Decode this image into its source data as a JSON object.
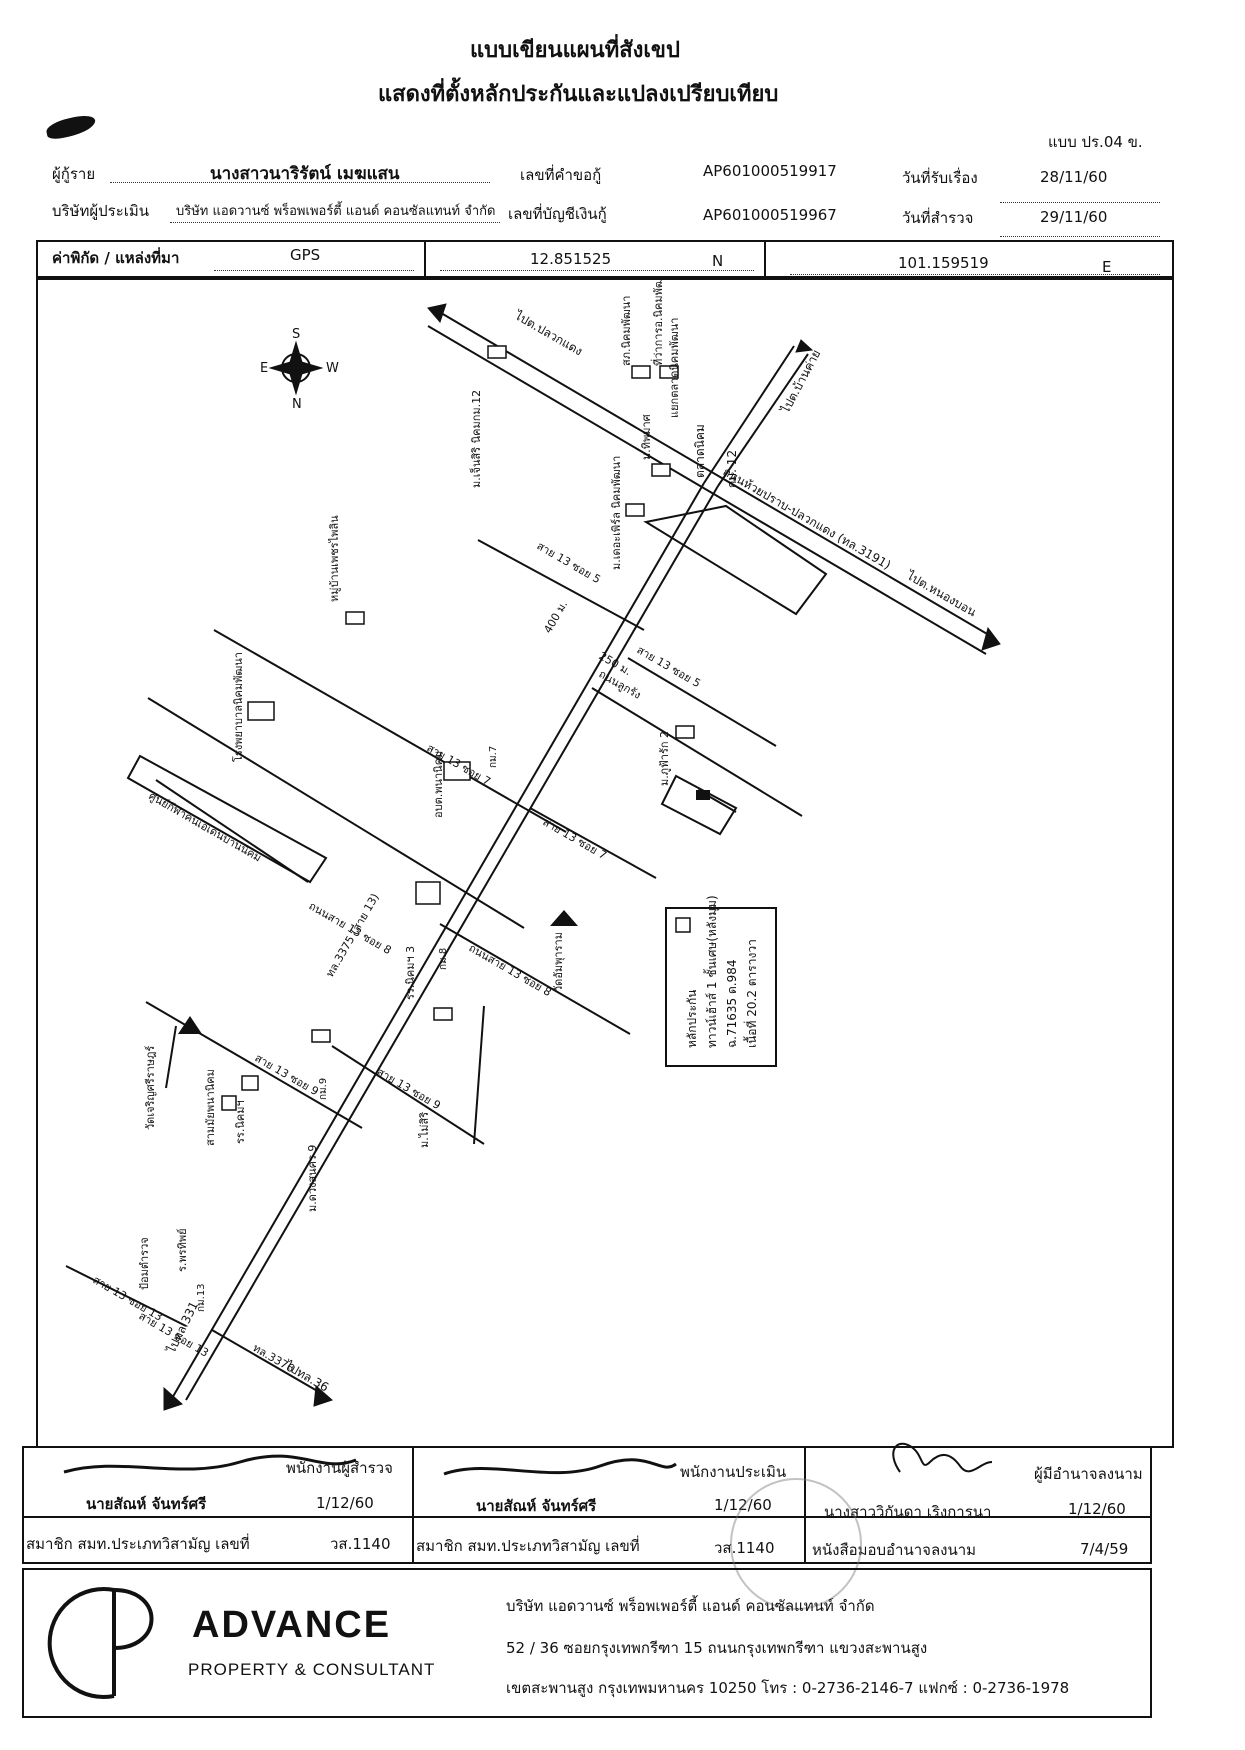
{
  "header": {
    "title_line1": "แบบเขียนแผนที่สังเขป",
    "title_line2": "แสดงที่ตั้งหลักประกันและแปลงเปรียบเทียบ",
    "form_code": "แบบ ปร.04 ข."
  },
  "info": {
    "borrower_label": "ผู้กู้ราย",
    "borrower_name": "นางสาวนาริรัตน์ เมฆแสน",
    "request_no_label": "เลขที่คำขอกู้",
    "request_no": "AP601000519917",
    "received_label": "วันที่รับเรื่อง",
    "received_date": "28/11/60",
    "appraiser_label": "บริษัทผู้ประเมิน",
    "appraiser_name": "บริษัท แอดวานซ์ พร็อพเพอร์ตี้ แอนด์ คอนซัลแทนท์ จำกัด",
    "account_no_label": "เลขที่บัญชีเงินกู้",
    "account_no": "AP601000519967",
    "survey_label": "วันที่สำรวจ",
    "survey_date": "29/11/60"
  },
  "coords": {
    "label": "ค่าพิกัด / แหล่งที่มา",
    "source": "GPS",
    "lat": "12.851525",
    "lat_dir": "N",
    "lon": "101.159519",
    "lon_dir": "E"
  },
  "compass": {
    "n": "N",
    "s": "S",
    "e": "E",
    "w": "W"
  },
  "map_labels": {
    "to_top_left": "ไปต.ปลวกแดง",
    "to_top_right": "ไปต.บ้านค่าย",
    "main_road": "ถนนห้วยปราบ-ปลวกแดง (ทล.3191)",
    "to_right": "ไปต.หนองบอน",
    "hwy_3375": "ทล.3375 (สาย 13)",
    "to_bottom_left": "ไปทล.331",
    "to_bottom_right": "ไปทล.36",
    "hwy_3376": "ทล.3376",
    "market": "ตลาดนิคม",
    "km12": "กม. 12",
    "soi_5a": "สาย 13 ซอย 5",
    "soi_5b": "สาย 13 ซอย 5",
    "soi_7a": "สาย 13 ซอย 7",
    "soi_7b": "สาย 13 ซอย 7",
    "soi_8a": "ถนนสาย 13 ซอย 8",
    "soi_8b": "ถนนสาย 13 ซอย 8",
    "soi_9": "สาย 13 ซอย 9",
    "soi_9b": "สาย 13 ซอย 9",
    "soi_13a": "สาย 13 ซอย 13",
    "soi_13b": "สาย 13 ซอย 13",
    "dist_400": "400 ม.",
    "dist_250": "250 ม.",
    "rubber_road": "ถนนลูกรัง",
    "village_1": "ม.ภูฟ้ารัก 2",
    "village_2": "หมู่บ้านเพชรไพลิน",
    "village_3": "ม.เจ็นสิริ นิคมกม.12",
    "school_1": "สภ.นิคมพัฒนา",
    "school_2": "ที่ว่าการอ.นิคมพัฒนา",
    "market_2": "แยกตลาดนิคมพัฒนา",
    "village_4": "ม.เดอะเพิร์ล นิคมพัฒนา",
    "village_5": "ม.ทิพมาศ",
    "hospital": "โรงพยาบาลนิคมพัฒนา",
    "sport": "ศูนย์กีฬาคนเอเดนบานนิคม",
    "obt": "อบต.พนานิคม",
    "km7": "กม.7",
    "km8": "กม.8",
    "km9": "กม.9",
    "km13": "กม.13",
    "school_3": "รร.นิคมฯ 3",
    "temple_1": "วัดอัมพุาราม",
    "village_6": "ม.ไม่สิริ",
    "temple_2": "วัดเจริญศรีราษฎร์",
    "rr": "รร.นิคมฯ",
    "market_3": "สามมัยพนานิคม",
    "house": "ม.ดวงสนคร 9",
    "shop": "ร.พรทิพย์",
    "wall": "ป้อมตำรวจ",
    "legend_symbol": "หลักประกัน",
    "legend_type": "ทาวน์เฮ้าส์ 1 ชั้นเศษ(หลังมุม)",
    "legend_deed": "ฉ.71635 ด.984",
    "legend_area": "เนื้อที่ 20.2 ตารางวา"
  },
  "signatures": {
    "col1_role": "พนักงานผู้สำรวจ",
    "col1_name": "นายสัณห์ จันทร์ศรี",
    "col1_date": "1/12/60",
    "col1_member_label": "สมาชิก สมท.ประเภทวิสามัญ เลขที่",
    "col1_member_no": "วส.1140",
    "col2_role": "พนักงานประเมิน",
    "col2_name": "นายสัณห์ จันทร์ศรี",
    "col2_date": "1/12/60",
    "col2_member_label": "สมาชิก สมท.ประเภทวิสามัญ เลขที่",
    "col2_member_no": "วส.1140",
    "col3_role": "ผู้มีอำนาจลงนาม",
    "col3_name": "นางสาววิกันดา เริงการนา",
    "col3_date": "1/12/60",
    "col3_auth_label": "หนังสือมอบอำนาจลงนาม",
    "col3_auth_date": "7/4/59"
  },
  "footer": {
    "brand": "ADVANCE",
    "tagline": "PROPERTY & CONSULTANT",
    "company": "บริษัท แอดวานซ์ พร็อพเพอร์ตี้ แอนด์ คอนซัลแทนท์ จำกัด",
    "address1": "52 / 36 ซอยกรุงเทพกรีฑา 15 ถนนกรุงเทพกรีฑา แขวงสะพานสูง",
    "address2": "เขตสะพานสูง กรุงเทพมหานคร 10250 โทร : 0-2736-2146-7 แฟกซ์ : 0-2736-1978"
  }
}
